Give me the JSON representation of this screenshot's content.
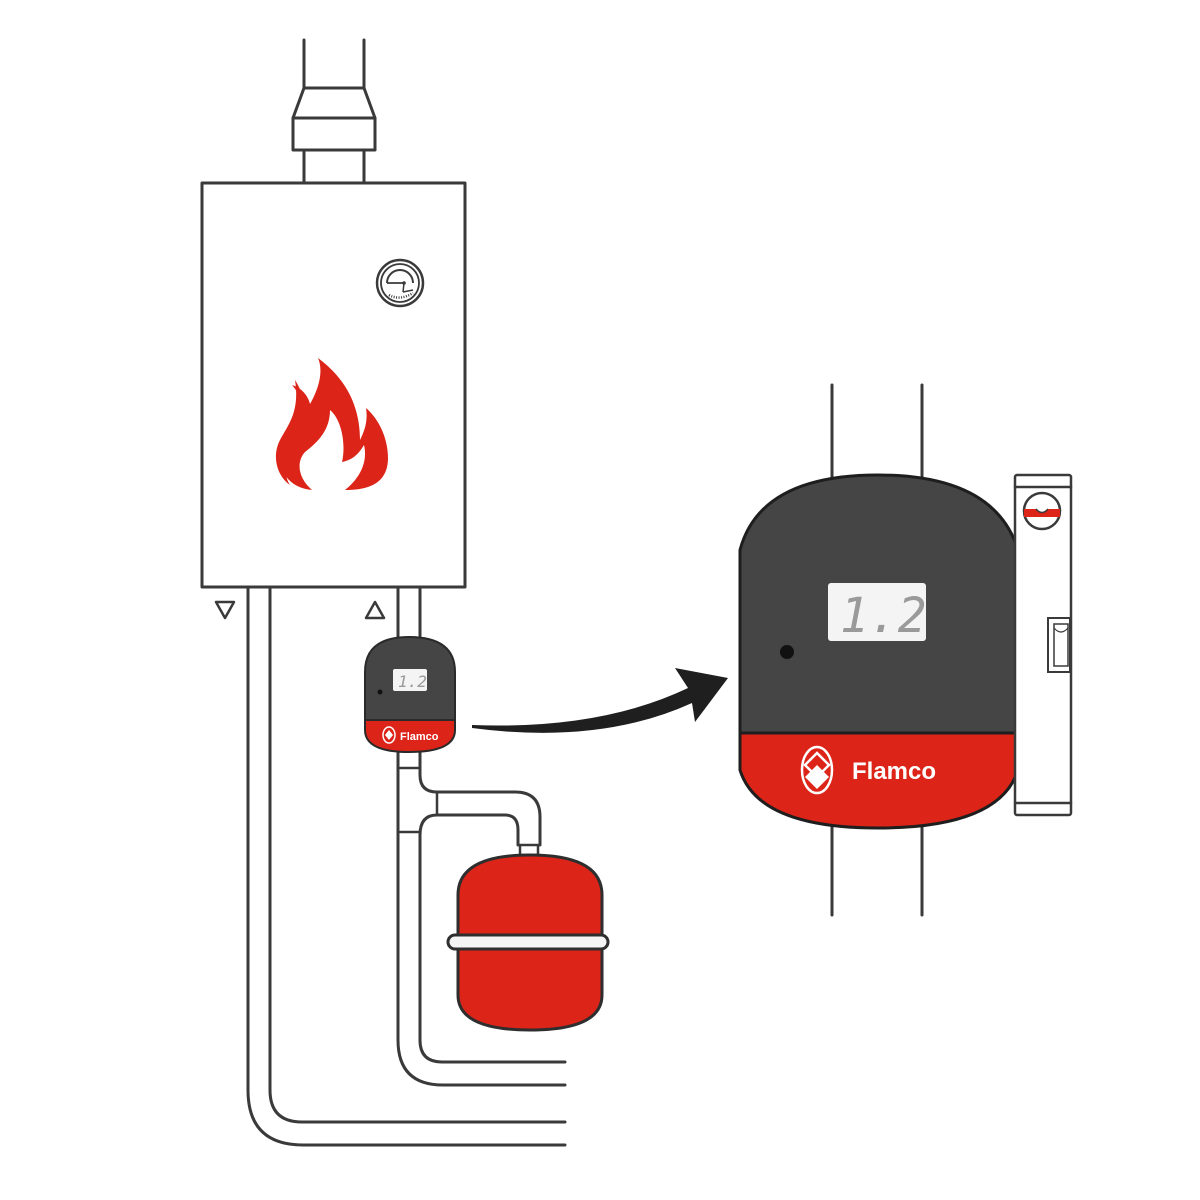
{
  "diagram": {
    "title": "Boiler system with Flamco pressure gauge and expansion vessel",
    "colors": {
      "accent_red": "#dd2418",
      "device_dark": "#454545",
      "line": "#3a3a3a",
      "lcd_bg": "#f4f4f4",
      "lcd_digits": "#9a9a9a",
      "background": "#ffffff"
    },
    "components": {
      "boiler": {
        "label": "boiler",
        "icon": "flame-icon",
        "gauge_icon": "pressure-gauge-icon"
      },
      "flue": {
        "label": "flue pipe"
      },
      "flow_marker": {
        "icon": "triangle-down-icon",
        "meaning": "outflow"
      },
      "return_marker": {
        "icon": "triangle-up-icon",
        "meaning": "return"
      },
      "small_device": {
        "brand": "Flamco",
        "display_value": "1.2",
        "logo_icon": "flamco-logo-icon"
      },
      "expansion_vessel": {
        "label": "expansion vessel"
      },
      "zoom_arrow": {
        "icon": "curved-arrow-icon"
      },
      "large_device": {
        "brand": "Flamco",
        "display_value": "1.2",
        "logo_icon": "flamco-logo-icon"
      },
      "spirit_level": {
        "label": "spirit level",
        "icon": "spirit-level-icon"
      }
    }
  }
}
